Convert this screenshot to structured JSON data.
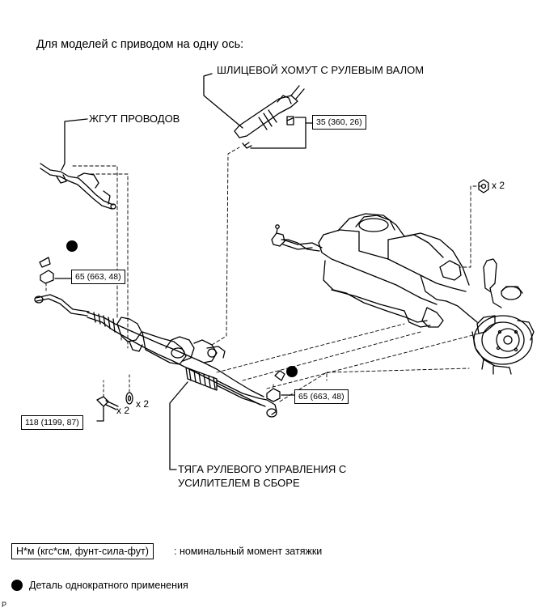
{
  "header": {
    "title": "Для моделей с приводом на одну ось:"
  },
  "labels": {
    "spline_clamp": "ШЛИЦЕВОЙ ХОМУТ С РУЛЕВЫМ ВАЛОМ",
    "wire_harness": "ЖГУТ ПРОВОДОВ",
    "rack_line1": "ТЯГА РУЛЕВОГО УПРАВЛЕНИЯ С",
    "rack_line2": "УСИЛИТЕЛЕМ В СБОРЕ",
    "qty_top_right": "x 2",
    "qty_bolt": "x 2",
    "qty_washer": "x 2"
  },
  "torques": {
    "spline": "35 (360, 26)",
    "tie_rod_left": "65 (663, 48)",
    "tie_rod_right": "65 (663, 48)",
    "mount_bolt": "118 (1199, 87)"
  },
  "legend": {
    "torque_box": "Н*м (кгс*см, фунт-сила-фут)",
    "torque_text": ": номинальный момент затяжки",
    "non_reusable": "Деталь однократного применения"
  },
  "footer": {
    "code": "P"
  }
}
